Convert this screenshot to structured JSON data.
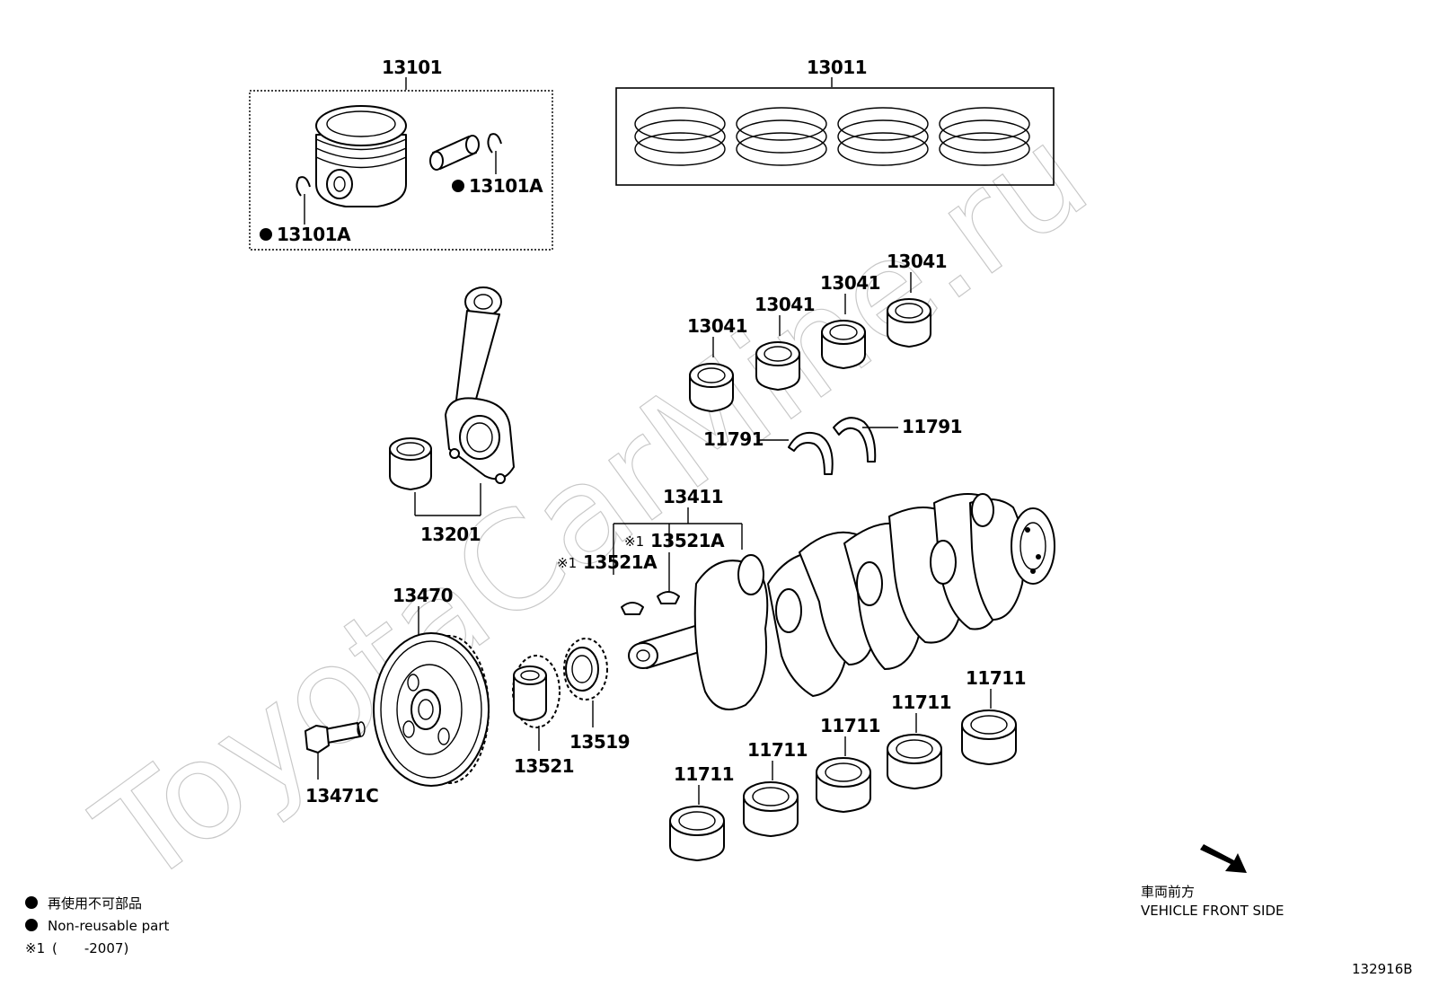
{
  "watermark": "ToyotaCarMine.ru",
  "labels": {
    "piston_set": "13101",
    "piston_ring_set": "13011",
    "snap_ring_right": "13101A",
    "snap_ring_left": "13101A",
    "conrod": "13201",
    "bearing_1": "13041",
    "bearing_2": "13041",
    "bearing_3": "13041",
    "bearing_4": "13041",
    "thrust_left": "11791",
    "thrust_right": "11791",
    "crankshaft": "13411",
    "key_upper": "13521A",
    "key_lower": "13521A",
    "pulley": "13470",
    "gear": "13521",
    "sensor_plate": "13519",
    "bolt": "13471C",
    "main_brg_1": "11711",
    "main_brg_2": "11711",
    "main_brg_3": "11711",
    "main_brg_4": "11711",
    "main_brg_5": "11711"
  },
  "note_marks": {
    "key_upper": "※1",
    "key_lower": "※1"
  },
  "legend": {
    "nonreusable_jp": "再使用不可部品",
    "nonreusable_en": "Non-reusable part",
    "note1_mark": "※1",
    "note1_text": "(　　-2007)"
  },
  "direction": {
    "jp": "車両前方",
    "en": "VEHICLE FRONT SIDE"
  },
  "figure_id": "132916B"
}
